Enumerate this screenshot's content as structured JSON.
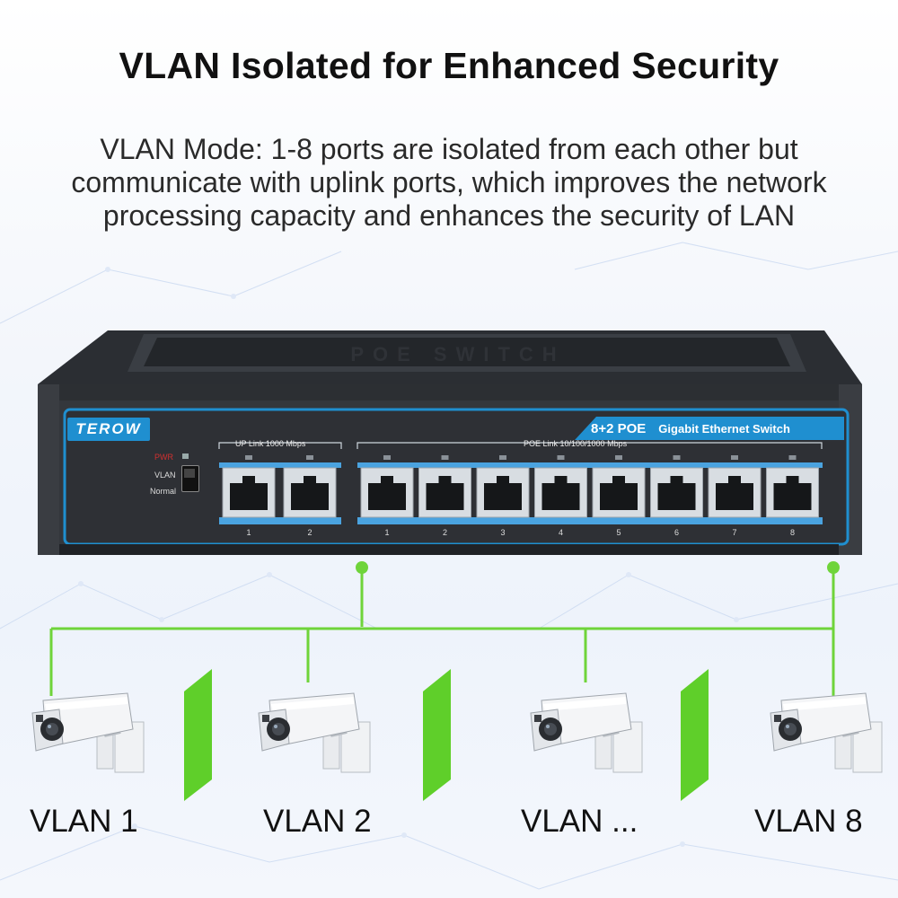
{
  "headline": "VLAN Isolated for Enhanced Security",
  "description": "VLAN Mode: 1-8 ports are isolated from each other but communicate with uplink ports, which improves the network processing capacity and enhances the security of LAN",
  "device": {
    "top_embossed": "POE SWITCH",
    "brand": "TEROW",
    "model": "8+2 POE",
    "model_desc": "Gigabit Ethernet Switch",
    "pwr_label": "PWR",
    "vlan_label": "VLAN",
    "normal_label": "Normal",
    "uplink_label": "UP Link 1000 Mbps",
    "poe_label": "POE Link 10/100/1000 Mbps",
    "uplink_ports": [
      "1",
      "2"
    ],
    "poe_ports": [
      "1",
      "2",
      "3",
      "4",
      "5",
      "6",
      "7",
      "8"
    ]
  },
  "vlans": [
    {
      "label": "VLAN 1"
    },
    {
      "label": "VLAN 2"
    },
    {
      "label": "VLAN ..."
    },
    {
      "label": "VLAN 8"
    }
  ],
  "colors": {
    "accent_blue": "#1f8fd0",
    "link_green": "#6fd43a",
    "divider_green": "#5fcf2a"
  },
  "icons": [
    "security-camera-icon",
    "rj45-port-icon"
  ]
}
